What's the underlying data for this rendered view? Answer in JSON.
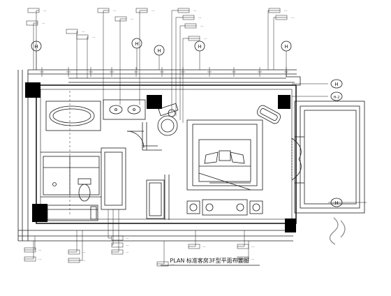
{
  "drawing": {
    "caption": "PLAN 标准客房3F型平面布置图",
    "grid_marker": "H",
    "grid_markers_right": [
      "H",
      "H-2",
      "H"
    ],
    "tag_text": "---",
    "colors": {
      "line": "#1a1a1a",
      "column_fill": "#000000",
      "background": "#ffffff"
    }
  }
}
